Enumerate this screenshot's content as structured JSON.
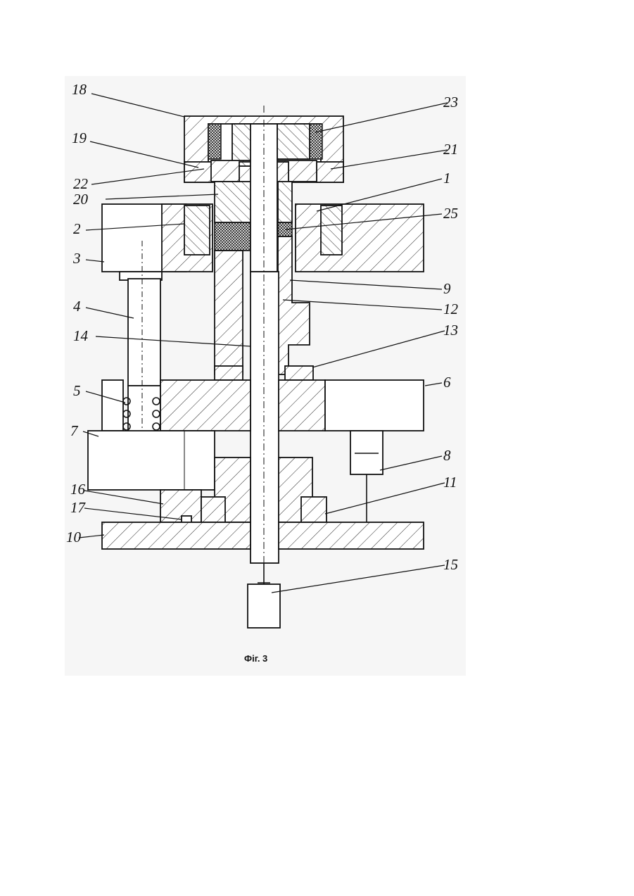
{
  "figure": {
    "caption": "Фіг. 3",
    "labels": [
      {
        "id": "l18",
        "text": "18"
      },
      {
        "id": "l19",
        "text": "19"
      },
      {
        "id": "l22",
        "text": "22"
      },
      {
        "id": "l20",
        "text": "20"
      },
      {
        "id": "l2",
        "text": "2"
      },
      {
        "id": "l3",
        "text": "3"
      },
      {
        "id": "l4",
        "text": "4"
      },
      {
        "id": "l14",
        "text": "14"
      },
      {
        "id": "l5",
        "text": "5"
      },
      {
        "id": "l7",
        "text": "7"
      },
      {
        "id": "l16",
        "text": "16"
      },
      {
        "id": "l17",
        "text": "17"
      },
      {
        "id": "l10",
        "text": "10"
      },
      {
        "id": "l23",
        "text": "23"
      },
      {
        "id": "l21",
        "text": "21"
      },
      {
        "id": "l1",
        "text": "1"
      },
      {
        "id": "l25",
        "text": "25"
      },
      {
        "id": "l9",
        "text": "9"
      },
      {
        "id": "l12",
        "text": "12"
      },
      {
        "id": "l13",
        "text": "13"
      },
      {
        "id": "l6",
        "text": "6"
      },
      {
        "id": "l8",
        "text": "8"
      },
      {
        "id": "l11",
        "text": "11"
      },
      {
        "id": "l15",
        "text": "15"
      }
    ]
  }
}
